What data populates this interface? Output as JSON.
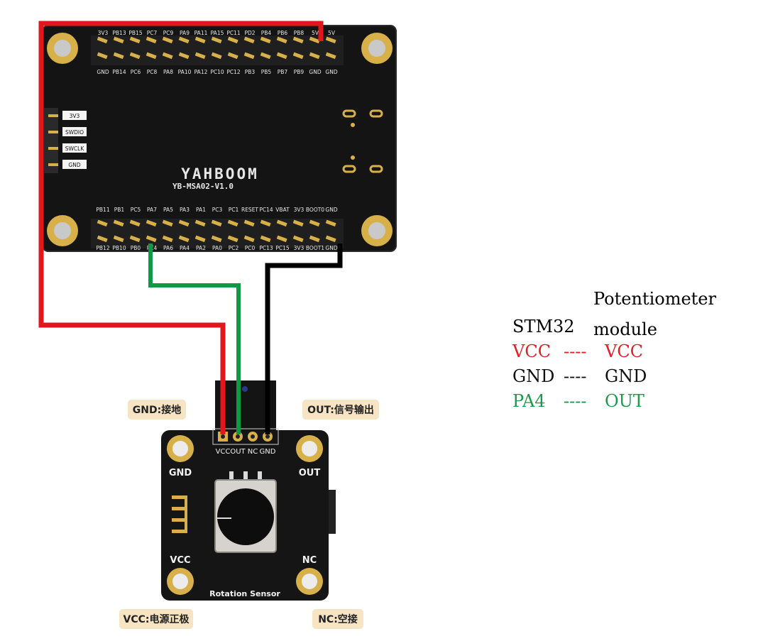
{
  "board": {
    "brand": "YAHBOOM",
    "model": "YB-MSA02-V1.0",
    "top_row_top": [
      "3V3",
      "PB13",
      "PB15",
      "PC7",
      "PC9",
      "PA9",
      "PA11",
      "PA15",
      "PC11",
      "PD2",
      "PB4",
      "PB6",
      "PB8",
      "5V",
      "5V"
    ],
    "top_row_bottom": [
      "GND",
      "PB14",
      "PC6",
      "PC8",
      "PA8",
      "PA10",
      "PA12",
      "PC10",
      "PC12",
      "PB3",
      "PB5",
      "PB7",
      "PB9",
      "GND",
      "GND"
    ],
    "bottom_row_top": [
      "PB11",
      "PB1",
      "PC5",
      "PA7",
      "PA5",
      "PA3",
      "PA1",
      "PC3",
      "PC1",
      "RESET",
      "PC14",
      "VBAT",
      "3V3",
      "BOOT0",
      "GND"
    ],
    "bottom_row_bottom": [
      "PB12",
      "PB10",
      "PB0",
      "PC4",
      "PA6",
      "PA4",
      "PA2",
      "PA0",
      "PC2",
      "PC0",
      "PC13",
      "PC15",
      "3V3",
      "BOOT1",
      "GND"
    ],
    "swd": [
      "3V3",
      "SWDIO",
      "SWCLK",
      "GND"
    ]
  },
  "module": {
    "pins": [
      "VCC",
      "OUT",
      "NC",
      "GND"
    ],
    "corner_gnd": "GND",
    "corner_out": "OUT",
    "corner_vcc": "VCC",
    "corner_nc": "NC",
    "name": "Rotation Sensor",
    "tag_gnd": "GND:接地",
    "tag_out": "OUT:信号输出",
    "tag_vcc": "VCC:电源正极",
    "tag_nc": "NC:空接"
  },
  "legend": {
    "col_left": "STM32",
    "col_right_1": "Potentiometer",
    "col_right_2": "module",
    "rows": [
      {
        "left": "VCC",
        "sep": "----",
        "right": "VCC",
        "color": "#e01f26"
      },
      {
        "left": "GND",
        "sep": "----",
        "right": "GND",
        "color": "#111111"
      },
      {
        "left": "PA4",
        "sep": "----",
        "right": "OUT",
        "color": "#1a9a4a"
      }
    ]
  },
  "colors": {
    "vcc_wire": "#e3151d",
    "gnd_wire": "#000000",
    "out_wire": "#0e9a45",
    "board": "#151515",
    "pad_gold": "#d8b04a"
  }
}
